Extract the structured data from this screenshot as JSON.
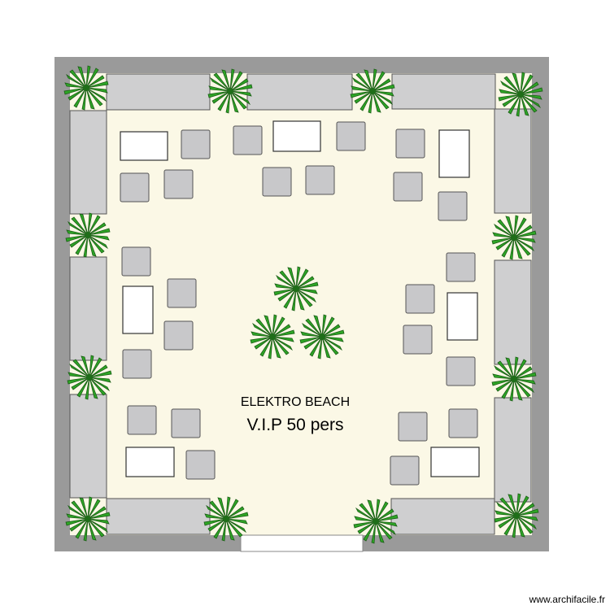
{
  "plan": {
    "title": "ELEKTRO BEACH",
    "subtitle": "V.I.P 50 pers",
    "credit": "www.archifacile.fr"
  },
  "colors": {
    "wall": "#9a9a9a",
    "floor": "#fbf8e6",
    "bench": "#cfcfd0",
    "stool": "#c8c8ca",
    "table": "#ffffff",
    "leaf_dark": "#1f6e19",
    "leaf_light": "#2ea526",
    "outline": "#555555"
  },
  "icons": {
    "plant": "plant-icon",
    "entrance": "entrance-doorway"
  }
}
